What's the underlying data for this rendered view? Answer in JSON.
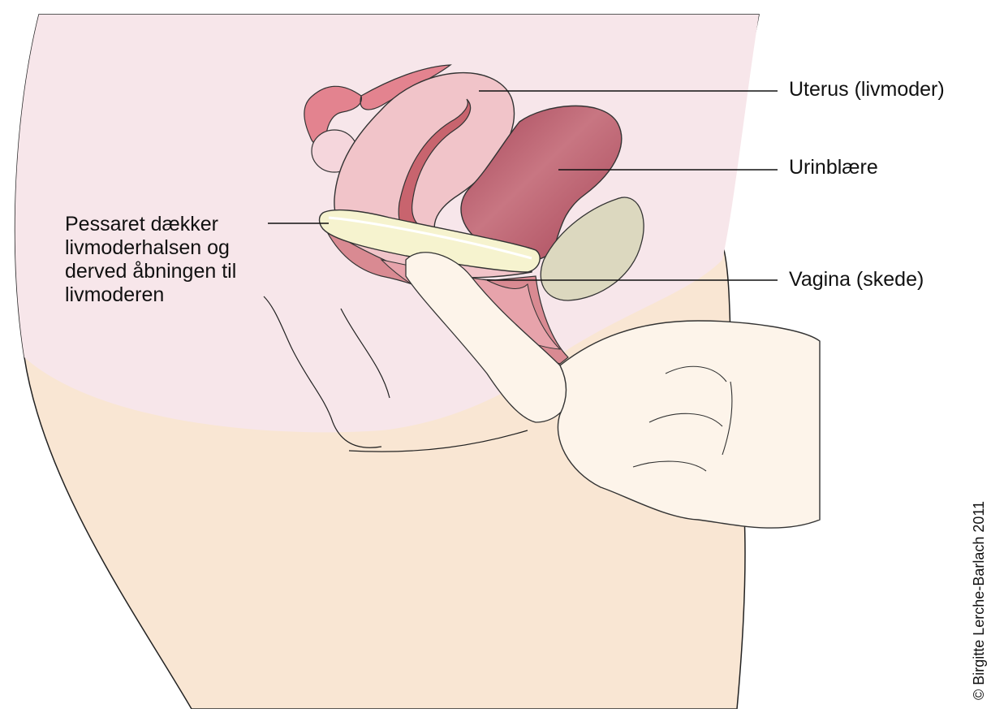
{
  "labels": {
    "uterus": "Uterus (livmoder)",
    "bladder": "Urinblære",
    "vagina": "Vagina (skede)",
    "pessary_lines": [
      "Pessaret dækker",
      "livmoderhalsen og",
      "derved åbningen til",
      "livmoderen"
    ]
  },
  "copyright": "© Birgitte Lerche-Barlach 2011",
  "colors": {
    "skin": "#f9e6d3",
    "pelvis_region": "#f7e6ea",
    "uterus": "#f1c4c9",
    "uterus_cavity": "#c8646e",
    "bladder": "#b04c5c",
    "rectum": "#dcd8bf",
    "pessary": "#f6f3cf",
    "hand": "#fdf4ea"
  }
}
